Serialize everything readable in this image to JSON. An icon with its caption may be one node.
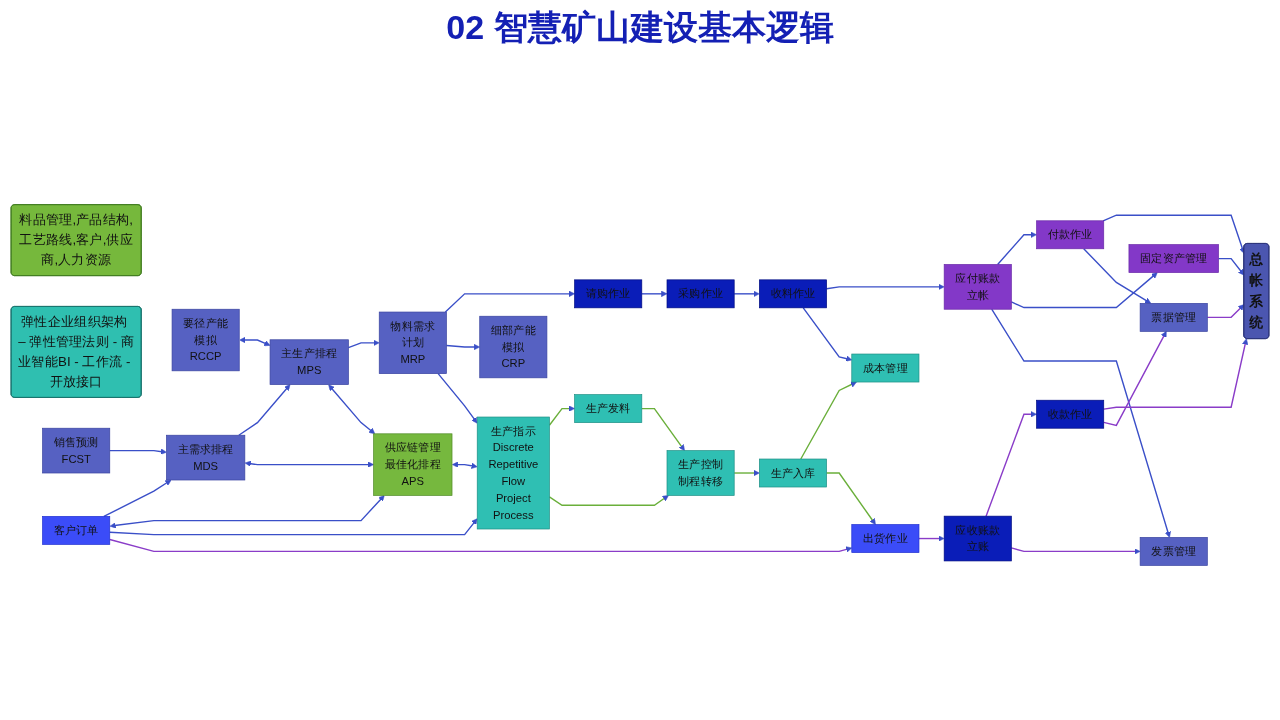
{
  "diagram": {
    "title": "02 智慧矿山建设基本逻辑",
    "nodes": [
      {
        "text": [
          "料品管理,产品结构,工艺路线,客户,供应商,人力资源"
        ]
      },
      {
        "text": [
          "固定资产管理"
        ]
      },
      {
        "text": [
          "总帐系统"
        ]
      },
      {
        "text": [
          "销售预测 FCST"
        ]
      },
      {
        "text": [
          "要径产能模拟 RCCP"
        ]
      },
      {
        "text": [
          "请购作业"
        ]
      },
      {
        "text": [
          "采购作业"
        ]
      },
      {
        "text": [
          "收料作业"
        ]
      },
      {
        "text": [
          "应付账款立帐"
        ]
      },
      {
        "text": [
          "付款作业"
        ]
      },
      {
        "text": [
          "主需求排程 MDS"
        ]
      },
      {
        "text": [
          "主生产排程 MPS"
        ]
      },
      {
        "text": [
          "物料需求计划 MRP"
        ]
      },
      {
        "text": [
          "细部产能模拟 CRP"
        ]
      },
      {
        "text": [
          "成本管理"
        ]
      },
      {
        "text": [
          "发票管理"
        ]
      },
      {
        "text": [
          "票据管理"
        ]
      },
      {
        "text": [
          "客户订单"
        ]
      },
      {
        "text": [
          "供应链管理最佳化排程 APS"
        ]
      },
      {
        "text": [
          "生产指示 Discrete Repetitive Flow Project Process"
        ]
      },
      {
        "text": [
          "生产发料"
        ]
      },
      {
        "text": [
          "生产控制制程转移"
        ]
      },
      {
        "text": [
          "生产入库"
        ]
      },
      {
        "text": [
          "出货作业"
        ]
      },
      {
        "text": [
          "应收账款立账"
        ]
      },
      {
        "text": [
          "收款作业"
        ]
      },
      {
        "text": [
          "弹性企业组织架构 – 弹性管理法则 - 商业智能BI - 工作流 - 开放接口"
        ]
      }
    ],
    "edges": [
      {
        "from": 3,
        "to": 10,
        "arrow": "to"
      },
      {
        "from": 17,
        "to": 10,
        "arrow": "to"
      },
      {
        "from": 10,
        "to": 11,
        "arrow": "to"
      },
      {
        "from": 4,
        "to": 11,
        "arrow": "both"
      },
      {
        "from": 11,
        "to": 12,
        "arrow": "to"
      },
      {
        "from": 12,
        "to": 5,
        "arrow": "to"
      },
      {
        "from": 12,
        "to": 13,
        "arrow": "to"
      },
      {
        "from": 12,
        "to": 19,
        "arrow": "to"
      },
      {
        "from": 10,
        "to": 18,
        "arrow": "both"
      },
      {
        "from": 11,
        "to": 18,
        "arrow": "both"
      },
      {
        "from": 17,
        "to": 18,
        "arrow": "both"
      },
      {
        "from": 18,
        "to": 19,
        "arrow": "both"
      },
      {
        "from": 17,
        "to": 19,
        "arrow": "to"
      },
      {
        "from": 17,
        "to": 23,
        "arrow": "to",
        "color": "#8a3cc8"
      },
      {
        "from": 5,
        "to": 6,
        "arrow": "to"
      },
      {
        "from": 6,
        "to": 7,
        "arrow": "to"
      },
      {
        "from": 7,
        "to": 8,
        "arrow": "to"
      },
      {
        "from": 8,
        "to": 9,
        "arrow": "to"
      },
      {
        "from": 9,
        "to": 2,
        "arrow": "to"
      },
      {
        "from": 8,
        "to": 1,
        "arrow": "to"
      },
      {
        "from": 1,
        "to": 2,
        "arrow": "to"
      },
      {
        "from": 7,
        "to": 14,
        "arrow": "to"
      },
      {
        "from": 8,
        "to": 15,
        "arrow": "to"
      },
      {
        "from": 9,
        "to": 16,
        "arrow": "to"
      },
      {
        "from": 16,
        "to": 2,
        "arrow": "to",
        "color": "#8a3cc8"
      },
      {
        "from": 19,
        "to": 20,
        "arrow": "to",
        "color": "#6aaf3a"
      },
      {
        "from": 20,
        "to": 21,
        "arrow": "to",
        "color": "#6aaf3a"
      },
      {
        "from": 19,
        "to": 21,
        "arrow": "to",
        "color": "#6aaf3a"
      },
      {
        "from": 21,
        "to": 22,
        "arrow": "to",
        "color": "#6aaf3a"
      },
      {
        "from": 22,
        "to": 14,
        "arrow": "to",
        "color": "#6aaf3a"
      },
      {
        "from": 22,
        "to": 23,
        "arrow": "to",
        "color": "#6aaf3a"
      },
      {
        "from": 23,
        "to": 24,
        "arrow": "to",
        "color": "#8a3cc8"
      },
      {
        "from": 24,
        "to": 25,
        "arrow": "to",
        "color": "#8a3cc8"
      },
      {
        "from": 25,
        "to": 2,
        "arrow": "to",
        "color": "#8a3cc8"
      },
      {
        "from": 24,
        "to": 15,
        "arrow": "to",
        "color": "#8a3cc8"
      },
      {
        "from": 25,
        "to": 16,
        "arrow": "to",
        "color": "#8a3cc8"
      }
    ]
  }
}
